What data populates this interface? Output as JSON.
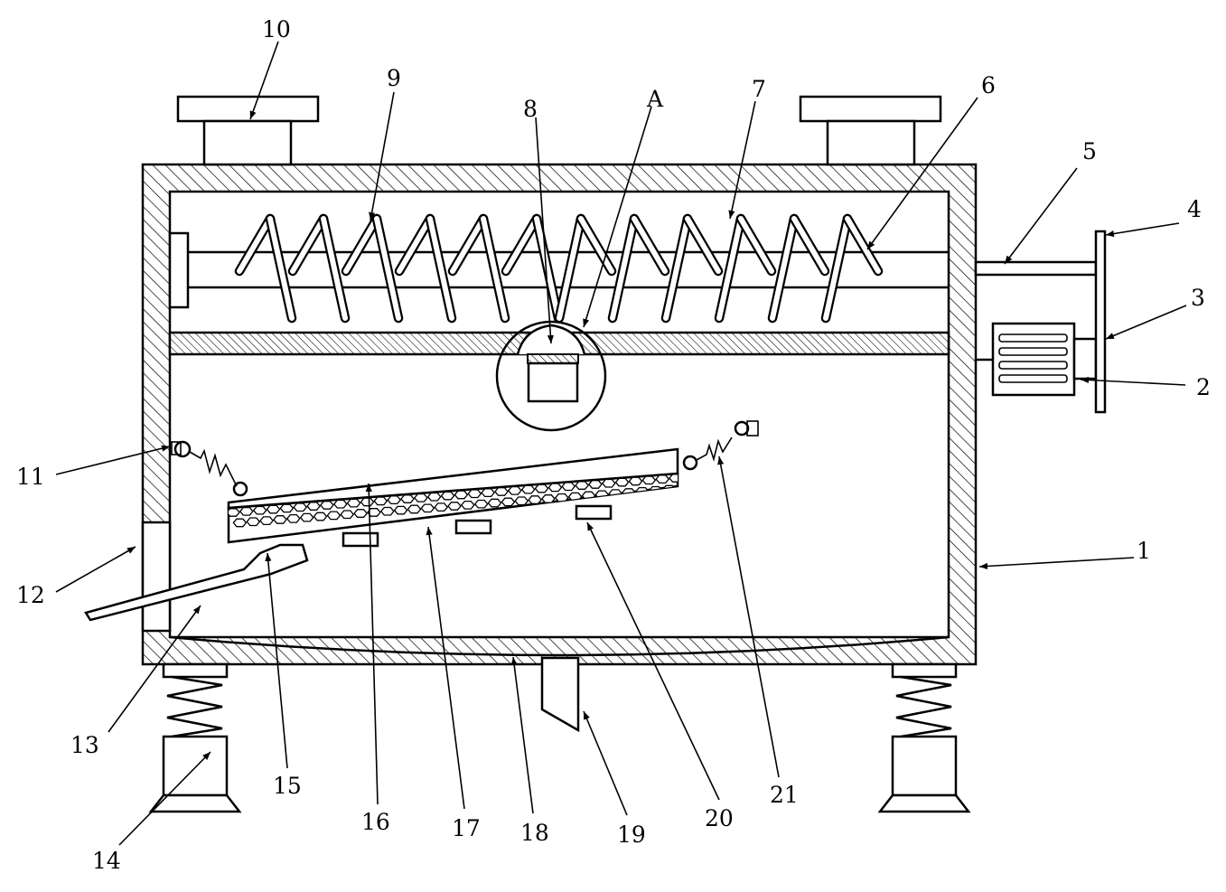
{
  "diagram": {
    "callouts": [
      {
        "id": "1",
        "label": "1"
      },
      {
        "id": "2",
        "label": "2"
      },
      {
        "id": "3",
        "label": "3"
      },
      {
        "id": "4",
        "label": "4"
      },
      {
        "id": "5",
        "label": "5"
      },
      {
        "id": "6",
        "label": "6"
      },
      {
        "id": "7",
        "label": "7"
      },
      {
        "id": "8",
        "label": "8"
      },
      {
        "id": "9",
        "label": "9"
      },
      {
        "id": "10",
        "label": "10"
      },
      {
        "id": "11",
        "label": "11"
      },
      {
        "id": "12",
        "label": "12"
      },
      {
        "id": "13",
        "label": "13"
      },
      {
        "id": "14",
        "label": "14"
      },
      {
        "id": "15",
        "label": "15"
      },
      {
        "id": "16",
        "label": "16"
      },
      {
        "id": "17",
        "label": "17"
      },
      {
        "id": "18",
        "label": "18"
      },
      {
        "id": "19",
        "label": "19"
      },
      {
        "id": "20",
        "label": "20"
      },
      {
        "id": "21",
        "label": "21"
      },
      {
        "id": "A",
        "label": "A"
      }
    ],
    "colors": {
      "line": "#000000",
      "background": "#ffffff"
    }
  }
}
